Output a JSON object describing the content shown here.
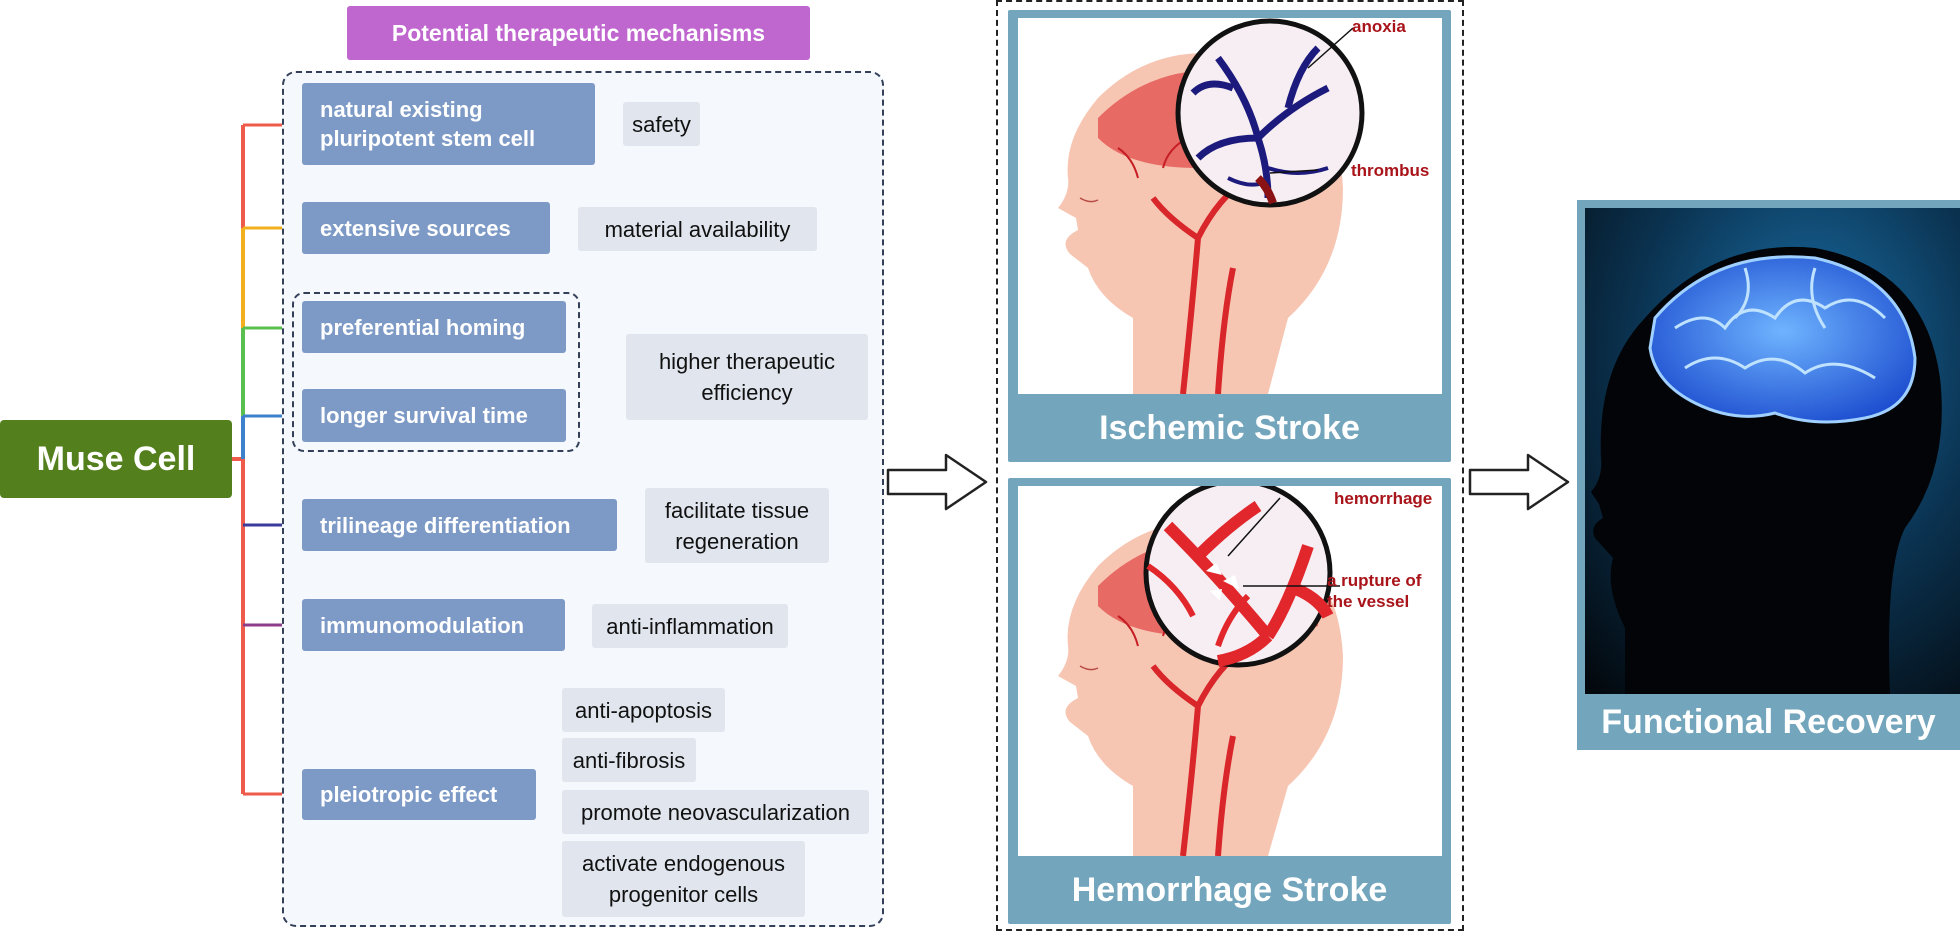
{
  "header": {
    "title": "Potential therapeutic mechanisms"
  },
  "root": {
    "label": "Muse Cell"
  },
  "mechanisms": [
    {
      "label": "natural existing\npluripotent stem cell",
      "outcome": "safety"
    },
    {
      "label": "extensive sources",
      "outcome": "material availability"
    },
    {
      "label": "preferential homing"
    },
    {
      "label": "longer survival time"
    },
    {
      "label": "trilineage differentiation",
      "outcome": "facilitate tissue\nregeneration"
    },
    {
      "label": "immunomodulation",
      "outcome": "anti-inflammation"
    },
    {
      "label": "pleiotropic effect"
    }
  ],
  "grouped_outcome": "higher therapeutic\nefficiency",
  "pleiotropic_effects": [
    "anti-apoptosis",
    "anti-fibrosis",
    "promote neovascularization",
    "activate endogenous\nprogenitor cells"
  ],
  "strokes": [
    {
      "title": "Ischemic Stroke",
      "annotations": [
        "anoxia",
        "thrombus"
      ]
    },
    {
      "title": "Hemorrhage Stroke",
      "annotations": [
        "hemorrhage",
        "a rupture of\nthe vessel"
      ]
    }
  ],
  "result": {
    "title": "Functional Recovery"
  },
  "colors": {
    "root": "#547f1d",
    "title_box": "#bf66cf",
    "node": "#7d9ac6",
    "leaf": "#e1e6ee",
    "panel": "#73a5bd",
    "annotation": "#a8141a",
    "branch_red": "#ef5b4a",
    "branch_orange": "#f2b01e",
    "branch_green": "#59c04f",
    "branch_blue": "#3d80cc",
    "branch_indigo": "#3b3b9c",
    "branch_purple": "#8c3d8c",
    "branch_teal": "#3cb8a0"
  }
}
